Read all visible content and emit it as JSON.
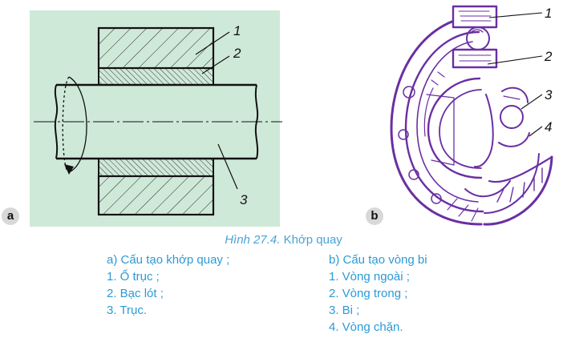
{
  "figure_a": {
    "letter": "a",
    "labels": [
      "1",
      "2",
      "3"
    ]
  },
  "figure_b": {
    "letter": "b",
    "labels": [
      "1",
      "2",
      "3",
      "4"
    ]
  },
  "caption": {
    "label": "Hình 27.4.",
    "title": "Khớp quay"
  },
  "list_a": {
    "heading": "a) Cấu tạo khớp quay ;",
    "items": [
      "1. Ổ trục ;",
      "2. Bạc lót ;",
      "3. Trục."
    ]
  },
  "list_b": {
    "heading": "b) Cấu tạo vòng bi",
    "items": [
      "1. Vòng ngoài ;",
      "2. Vòng trong ;",
      "3. Bi ;",
      "4. Vòng chặn."
    ]
  },
  "colors": {
    "panel_bg": "#cfe9d8",
    "bearing_purple": "#7a3fb0",
    "caption_blue": "#2c9ad6"
  }
}
